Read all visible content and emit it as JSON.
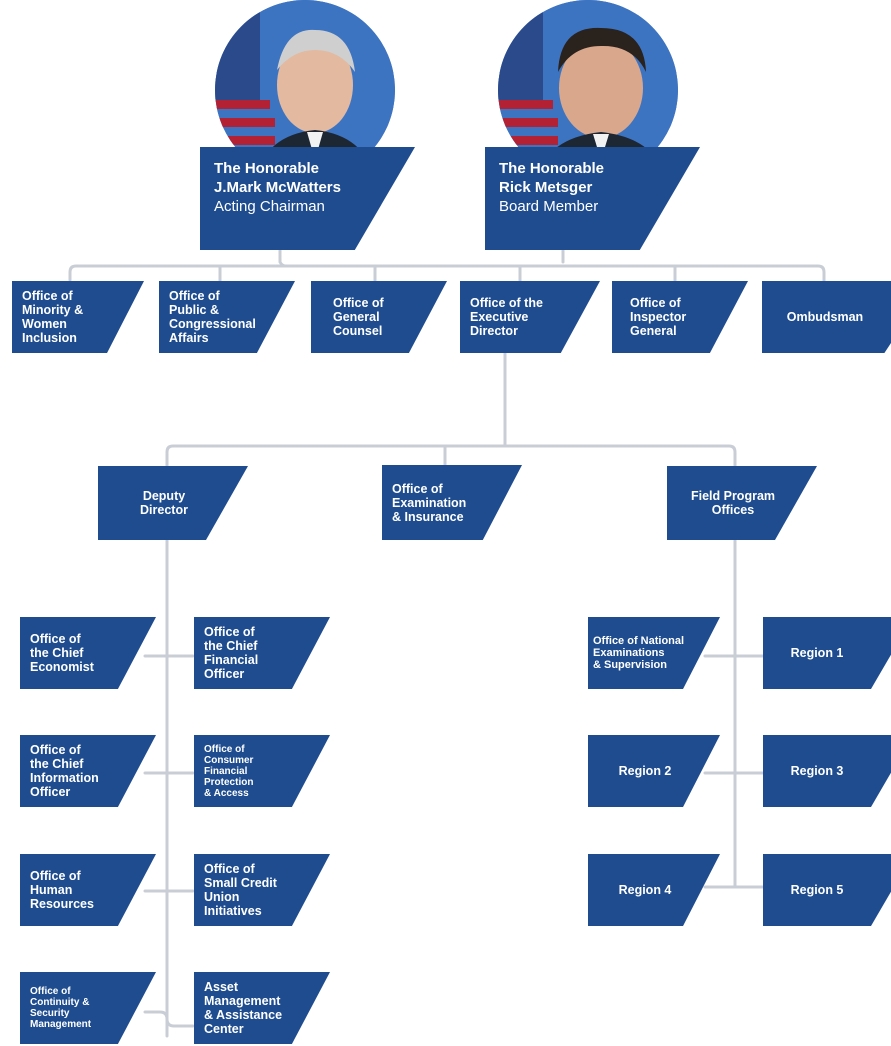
{
  "leaders": [
    {
      "honorific": "The Honorable",
      "name": "J.Mark McWatters",
      "title": "Acting Chairman"
    },
    {
      "honorific": "The Honorable",
      "name": "Rick Metsger",
      "title": "Board Member"
    }
  ],
  "offices_row1": [
    "Office of\nMinority &\nWomen\nInclusion",
    "Office of\nPublic &\nCongressional\nAffairs",
    "Office of\nGeneral\nCounsel",
    "Office of the\nExecutive\nDirector",
    "Office of\nInspector\nGeneral",
    "Ombudsman"
  ],
  "offices_row2": [
    "Deputy\nDirector",
    "Office of\nExamination\n& Insurance",
    "Field Program\nOffices"
  ],
  "deputy_left": [
    "Office of\nthe Chief\nEconomist",
    "Office of\nthe Chief\nInformation\nOfficer",
    "Office of\nHuman\nResources",
    "Office of\nContinuity &\nSecurity\nManagement"
  ],
  "deputy_right": [
    "Office of\nthe Chief\nFinancial\nOfficer",
    "Office of\nConsumer\nFinancial\nProtection\n& Access",
    "Office of\nSmall Credit\nUnion\nInitiatives",
    "Asset\nManagement\n& Assistance\nCenter"
  ],
  "field_left": [
    "Office of National\nExaminations\n& Supervision",
    "Region 2",
    "Region 4"
  ],
  "field_right": [
    "Region 1",
    "Region 3",
    "Region 5"
  ],
  "colors": {
    "box": "#1e4c8f",
    "line": "#c9ced6",
    "flag_red": "#b22234",
    "flag_blue": "#2b4a8c"
  }
}
